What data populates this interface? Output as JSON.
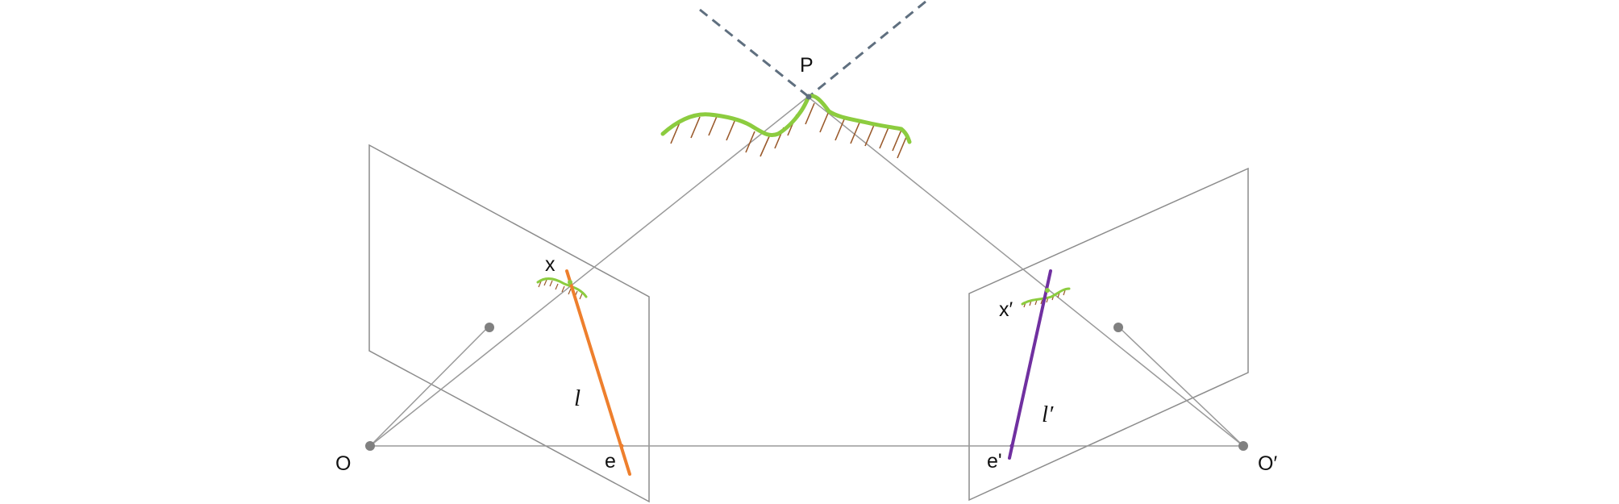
{
  "labels": {
    "point_P": "P",
    "left_image_point": "x",
    "right_image_point": "x′",
    "left_epipolar_line": "l",
    "right_epipolar_line": "l′",
    "left_epipole": "e",
    "right_epipole": "e'",
    "left_camera_center": "O",
    "right_camera_center": "O′"
  },
  "colors": {
    "surface": "#8ccc3f",
    "surface_hatch": "#9a5a2c",
    "left_epipolar_line": "#ee7f2d",
    "right_epipolar_line": "#7030a0",
    "construction_lines": "#9a9a9a",
    "projection_dashes": "#5f6f7f",
    "points": "#808080"
  }
}
